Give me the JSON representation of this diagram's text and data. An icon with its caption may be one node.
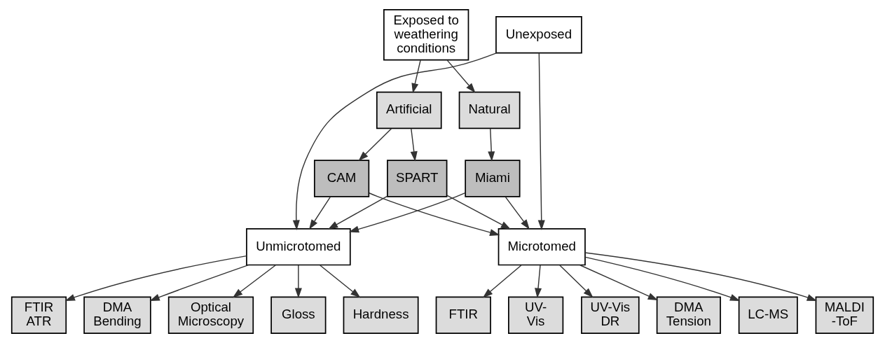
{
  "diagram": {
    "nodes": [
      {
        "text": [
          "Unexposed"
        ]
      },
      {
        "text": [
          "Exposed to weathering conditions"
        ]
      },
      {
        "text": [
          "Artificial"
        ]
      },
      {
        "text": [
          "Natural"
        ]
      },
      {
        "text": [
          "CAM"
        ]
      },
      {
        "text": [
          "SPART"
        ]
      },
      {
        "text": [
          "Miami"
        ]
      },
      {
        "text": [
          "Unmicrotomed"
        ]
      },
      {
        "text": [
          "Microtomed"
        ]
      },
      {
        "text": [
          "Optical Microscopy"
        ]
      },
      {
        "text": [
          "Gloss"
        ]
      },
      {
        "text": [
          "Hardness"
        ]
      },
      {
        "text": [
          "FTIR ATR"
        ]
      },
      {
        "text": [
          "DMA Bending"
        ]
      },
      {
        "text": [
          "FTIR"
        ]
      },
      {
        "text": [
          "UV- Vis"
        ]
      },
      {
        "text": [
          "UV-Vis DR"
        ]
      },
      {
        "text": [
          "DMA Tension"
        ]
      },
      {
        "text": [
          "LC-MS"
        ]
      },
      {
        "text": [
          "MALDI -ToF"
        ]
      }
    ],
    "edges": [
      {
        "from": 1,
        "to": 2,
        "arrow": "to"
      },
      {
        "from": 1,
        "to": 3,
        "arrow": "to"
      },
      {
        "from": 2,
        "to": 4,
        "arrow": "to"
      },
      {
        "from": 2,
        "to": 5,
        "arrow": "to"
      },
      {
        "from": 3,
        "to": 6,
        "arrow": "to"
      },
      {
        "from": 0,
        "to": 7,
        "arrow": "to"
      },
      {
        "from": 0,
        "to": 8,
        "arrow": "to"
      },
      {
        "from": 4,
        "to": 7,
        "arrow": "to"
      },
      {
        "from": 4,
        "to": 8,
        "arrow": "to"
      },
      {
        "from": 5,
        "to": 7,
        "arrow": "to"
      },
      {
        "from": 5,
        "to": 8,
        "arrow": "to"
      },
      {
        "from": 6,
        "to": 7,
        "arrow": "to"
      },
      {
        "from": 6,
        "to": 8,
        "arrow": "to"
      },
      {
        "from": 7,
        "to": 9,
        "arrow": "to"
      },
      {
        "from": 7,
        "to": 10,
        "arrow": "to"
      },
      {
        "from": 7,
        "to": 11,
        "arrow": "to"
      },
      {
        "from": 7,
        "to": 12,
        "arrow": "to"
      },
      {
        "from": 7,
        "to": 13,
        "arrow": "to"
      },
      {
        "from": 8,
        "to": 14,
        "arrow": "to"
      },
      {
        "from": 8,
        "to": 15,
        "arrow": "to"
      },
      {
        "from": 8,
        "to": 16,
        "arrow": "to"
      },
      {
        "from": 8,
        "to": 17,
        "arrow": "to"
      },
      {
        "from": 8,
        "to": 18,
        "arrow": "to"
      },
      {
        "from": 8,
        "to": 19,
        "arrow": "to"
      }
    ]
  }
}
